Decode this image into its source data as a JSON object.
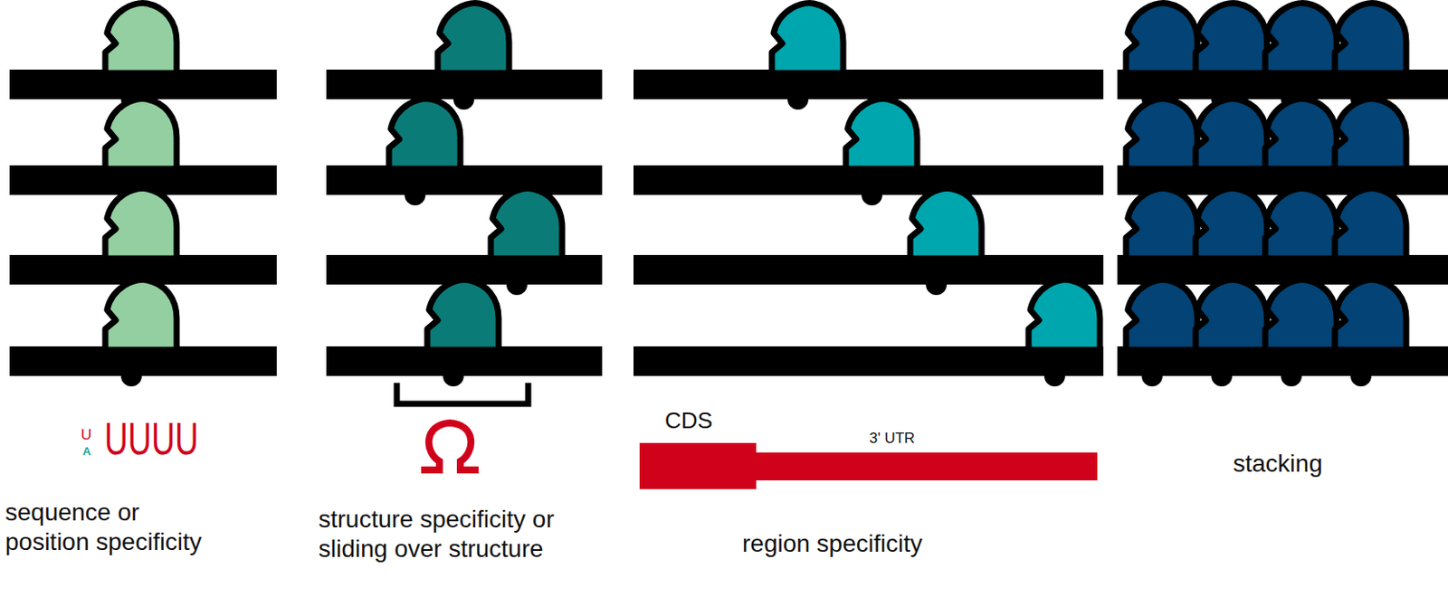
{
  "diagram": {
    "nodes": [
      {
        "text": [
          "CDS"
        ]
      },
      {
        "text": [
          "3' UTR"
        ]
      }
    ],
    "labels": [
      "U",
      "A",
      "UUUU",
      "sequence or position specificity",
      "structure specificity or sliding over structure",
      "region specificity",
      "stacking"
    ]
  }
}
